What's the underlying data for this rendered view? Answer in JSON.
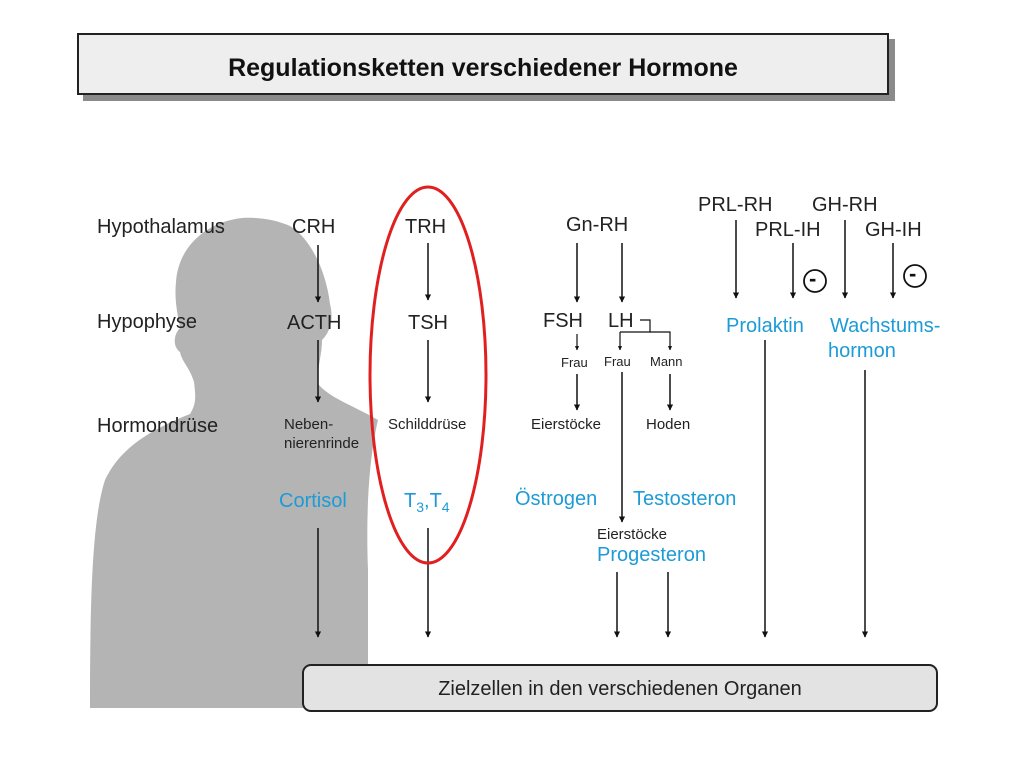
{
  "title": "Regulationsketten verschiedener Hormone",
  "levels": {
    "hypothalamus": "Hypothalamus",
    "hypophyse": "Hypophyse",
    "hormondruese": "Hormondrüse"
  },
  "hypothalamus_hormones": {
    "crh": "CRH",
    "trh": "TRH",
    "gnrh": "Gn-RH",
    "prl_rh": "PRL-RH",
    "gh_rh": "GH-RH",
    "prl_ih": "PRL-IH",
    "gh_ih": "GH-IH"
  },
  "inhibit_sign": "-",
  "hypophyse_hormones": {
    "acth": "ACTH",
    "tsh": "TSH",
    "fsh": "FSH",
    "lh": "LH",
    "prolaktin": "Prolaktin",
    "wachstums_line1": "Wachstums-",
    "wachstums_line2": "hormon"
  },
  "sex_labels": {
    "frau_fsh": "Frau",
    "frau_lh": "Frau",
    "mann": "Mann"
  },
  "glands": {
    "neben_line1": "Neben-",
    "neben_line2": "nierenrinde",
    "schilddruese": "Schilddrüse",
    "eierstoecke": "Eierstöcke",
    "hoden": "Hoden",
    "eierstoecke2": "Eierstöcke"
  },
  "end_hormones": {
    "cortisol": "Cortisol",
    "t_letter": "T",
    "t3_sub": "3",
    "t_sep": ",T",
    "t4_sub": "4",
    "oestrogen": "Östrogen",
    "testosteron": "Testosteron",
    "progesteron": "Progesteron"
  },
  "target": "Zielzellen in den verschiedenen Organen",
  "colors": {
    "blue_text": "#1d9bd6",
    "highlight_ellipse": "#e02020",
    "silhouette": "#b4b4b4",
    "title_bg": "#eeeeee",
    "target_bg": "#e3e3e3"
  }
}
